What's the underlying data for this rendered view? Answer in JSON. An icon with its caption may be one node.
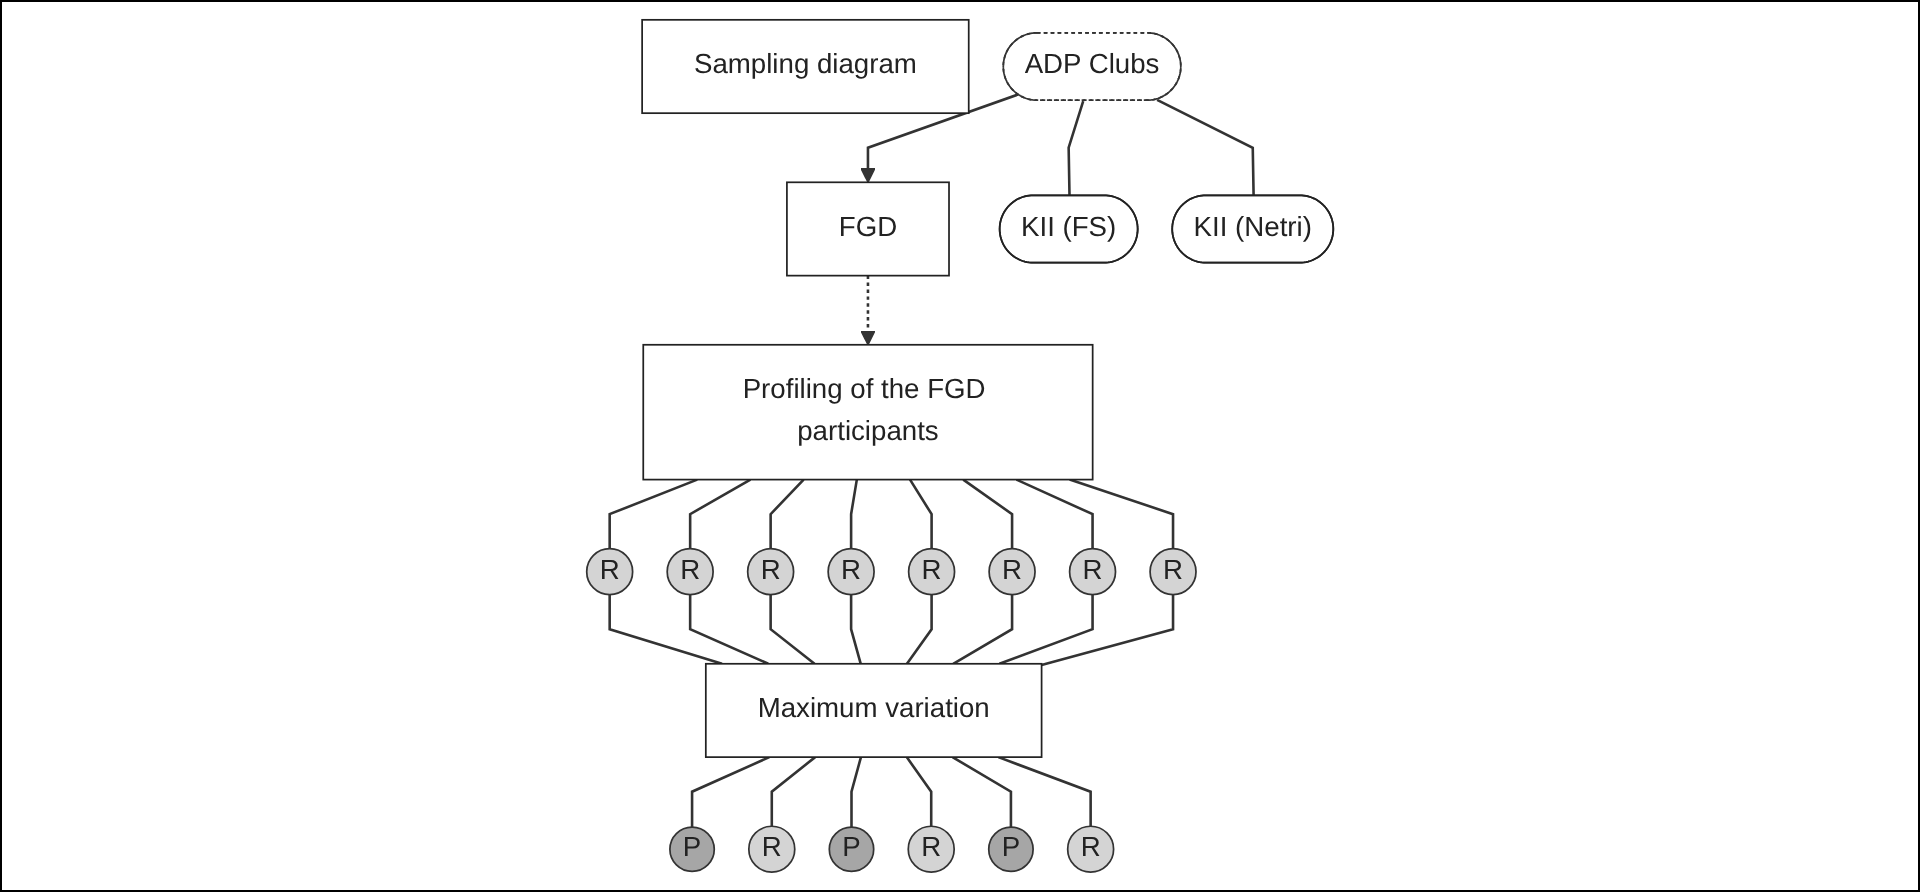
{
  "diagram": {
    "nodes": [
      {
        "text": [
          "Sampling diagram"
        ]
      },
      {
        "text": [
          "ADP Clubs"
        ]
      },
      {
        "text": [
          "FGD"
        ]
      },
      {
        "text": [
          "Profiling of the FGD participants"
        ]
      },
      {
        "text": [
          "KII (FS)"
        ]
      },
      {
        "text": [
          "KII (Netri)"
        ]
      },
      {
        "text": [
          "R"
        ]
      },
      {
        "text": [
          "R"
        ]
      },
      {
        "text": [
          "R"
        ]
      },
      {
        "text": [
          "R"
        ]
      },
      {
        "text": [
          "R"
        ]
      },
      {
        "text": [
          "R"
        ]
      },
      {
        "text": [
          "R"
        ]
      },
      {
        "text": [
          "R"
        ]
      },
      {
        "text": [
          "Maximum variation"
        ]
      },
      {
        "text": [
          "P"
        ]
      },
      {
        "text": [
          "R"
        ]
      },
      {
        "text": [
          "P"
        ]
      },
      {
        "text": [
          "R"
        ]
      },
      {
        "text": [
          "P"
        ]
      },
      {
        "text": [
          "R"
        ]
      }
    ],
    "edges": [
      {
        "from": 1,
        "to": 2,
        "arrow": "to"
      },
      {
        "from": 2,
        "to": 3,
        "arrow": "to",
        "style": "dashed"
      },
      {
        "from": 1,
        "to": 4,
        "arrow": "none"
      },
      {
        "from": 1,
        "to": 5,
        "arrow": "none"
      },
      {
        "from": 3,
        "to": 6,
        "arrow": "none"
      },
      {
        "from": 3,
        "to": 7,
        "arrow": "none"
      },
      {
        "from": 3,
        "to": 8,
        "arrow": "none"
      },
      {
        "from": 3,
        "to": 9,
        "arrow": "none"
      },
      {
        "from": 3,
        "to": 10,
        "arrow": "none"
      },
      {
        "from": 3,
        "to": 11,
        "arrow": "none"
      },
      {
        "from": 3,
        "to": 12,
        "arrow": "none"
      },
      {
        "from": 3,
        "to": 13,
        "arrow": "none"
      },
      {
        "from": 6,
        "to": 14,
        "arrow": "none"
      },
      {
        "from": 7,
        "to": 14,
        "arrow": "none"
      },
      {
        "from": 8,
        "to": 14,
        "arrow": "none"
      },
      {
        "from": 9,
        "to": 14,
        "arrow": "none"
      },
      {
        "from": 10,
        "to": 14,
        "arrow": "none"
      },
      {
        "from": 11,
        "to": 14,
        "arrow": "none"
      },
      {
        "from": 12,
        "to": 14,
        "arrow": "none"
      },
      {
        "from": 13,
        "to": 14,
        "arrow": "none"
      },
      {
        "from": 14,
        "to": 15,
        "arrow": "none"
      },
      {
        "from": 14,
        "to": 16,
        "arrow": "none"
      },
      {
        "from": 14,
        "to": 17,
        "arrow": "none"
      },
      {
        "from": 14,
        "to": 18,
        "arrow": "none"
      },
      {
        "from": 14,
        "to": 19,
        "arrow": "none"
      },
      {
        "from": 14,
        "to": 20,
        "arrow": "none"
      }
    ]
  }
}
